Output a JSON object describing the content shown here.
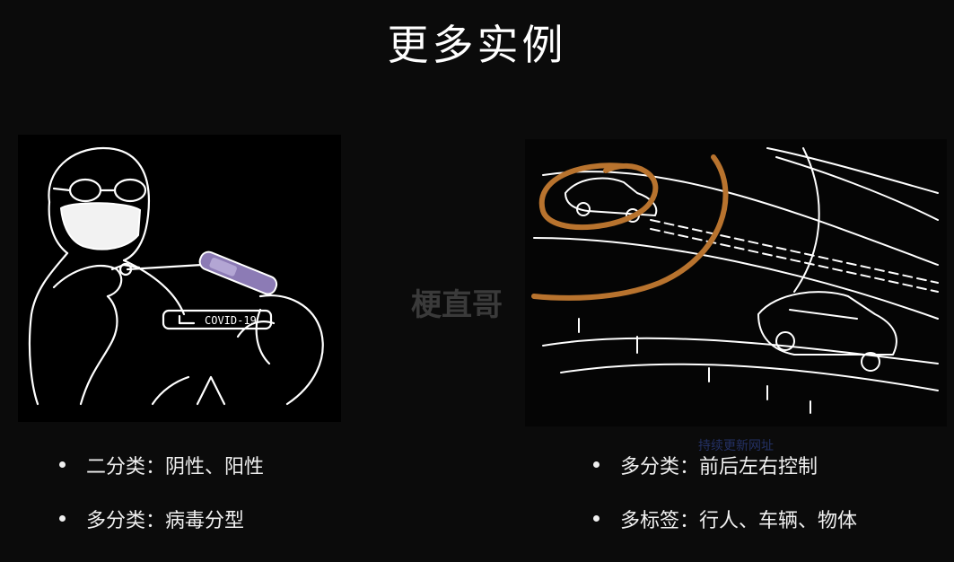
{
  "slide": {
    "title": "更多实例",
    "watermark": "梗直哥",
    "overlay_link": "持续更新网址",
    "left": {
      "illustration": "covid-test-drawing",
      "tube_label": "COVID-19",
      "bullets": [
        "二分类：阴性、阳性",
        "多分类：病毒分型"
      ]
    },
    "right": {
      "illustration": "cars-on-road-drawing",
      "bullets": [
        "多分类：前后左右控制",
        "多标签：行人、车辆、物体"
      ]
    }
  },
  "colors": {
    "background": "#0b0b0b",
    "text": "#f2f2f2",
    "tube": "#8c7bb5",
    "swirl": "#b8732e"
  }
}
